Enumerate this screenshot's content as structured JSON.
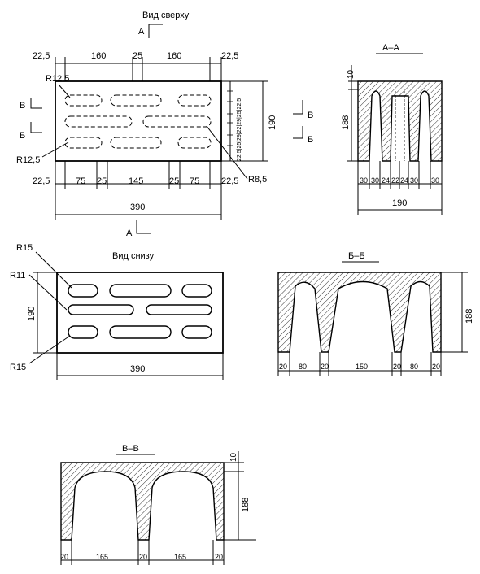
{
  "top_view": {
    "title": "Вид сверху",
    "section_letter": "А",
    "dims_top": [
      "22,5",
      "160",
      "25",
      "160",
      "22,5"
    ],
    "dims_bottom": [
      "22,5",
      "75",
      "25",
      "145",
      "25",
      "75",
      "22,5"
    ],
    "total_width": "390",
    "height": "190",
    "radius_top": "R12,5",
    "radius_bottom": "R12,5",
    "radius_right": "R8,5",
    "left_marks": [
      "В",
      "Б"
    ],
    "right_marks": [
      "В",
      "Б"
    ],
    "right_dims": "22,5|25|29|22|29|25|22,5"
  },
  "section_aa": {
    "title": "А–А",
    "dim_top": "10",
    "height": "188",
    "dims_bottom": [
      "30",
      "30",
      "24",
      "22",
      "24",
      "30",
      "30"
    ],
    "total": "190"
  },
  "bottom_view": {
    "title": "Вид снизу",
    "radius_top": "R15",
    "radius_mid": "R11",
    "radius_bottom": "R15",
    "height": "190",
    "total_width": "390"
  },
  "section_bb": {
    "title": "Б–Б",
    "height": "188",
    "dims_bottom": [
      "20",
      "80",
      "20",
      "150",
      "20",
      "80",
      "20"
    ]
  },
  "section_vv": {
    "title": "В–В",
    "dim_top": "10",
    "height": "188",
    "dims_bottom": [
      "20",
      "165",
      "20",
      "165",
      "20"
    ]
  }
}
